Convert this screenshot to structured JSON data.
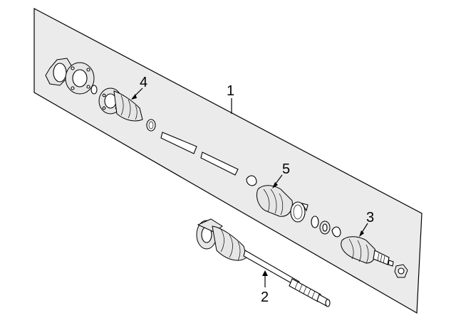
{
  "diagram": {
    "callouts": [
      {
        "id": "1",
        "label": "1"
      },
      {
        "id": "2",
        "label": "2"
      },
      {
        "id": "3",
        "label": "3"
      },
      {
        "id": "4",
        "label": "4"
      },
      {
        "id": "5",
        "label": "5"
      }
    ]
  }
}
